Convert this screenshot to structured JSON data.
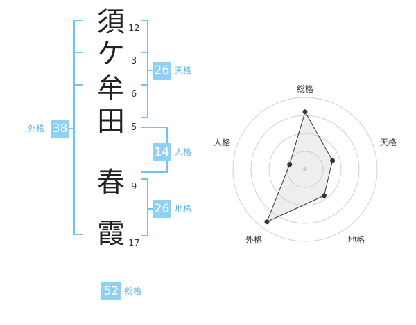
{
  "name": {
    "chars": [
      {
        "char": "須",
        "strokes": "12"
      },
      {
        "char": "ケ",
        "strokes": "3"
      },
      {
        "char": "牟",
        "strokes": "6"
      },
      {
        "char": "田",
        "strokes": "5"
      },
      {
        "char": "春",
        "strokes": "9"
      },
      {
        "char": "霞",
        "strokes": "17"
      }
    ]
  },
  "fortune": {
    "tenkaku": {
      "value": "26",
      "label": "天格"
    },
    "jinkaku": {
      "value": "14",
      "label": "人格"
    },
    "chikaku": {
      "value": "26",
      "label": "地格"
    },
    "gaikaku": {
      "value": "38",
      "label": "外格"
    },
    "soukaku": {
      "value": "52",
      "label": "総格"
    }
  },
  "colors": {
    "accent": "#6ec4f1",
    "badge": "#8fd0f5",
    "badge_text": "#5bb5e8"
  },
  "chart_data": {
    "type": "radar",
    "axes": [
      "総格",
      "天格",
      "地格",
      "外格",
      "人格"
    ],
    "values": [
      3.2,
      1.6,
      1.8,
      3.6,
      0.9
    ],
    "rmax": 4,
    "rings": 4
  }
}
